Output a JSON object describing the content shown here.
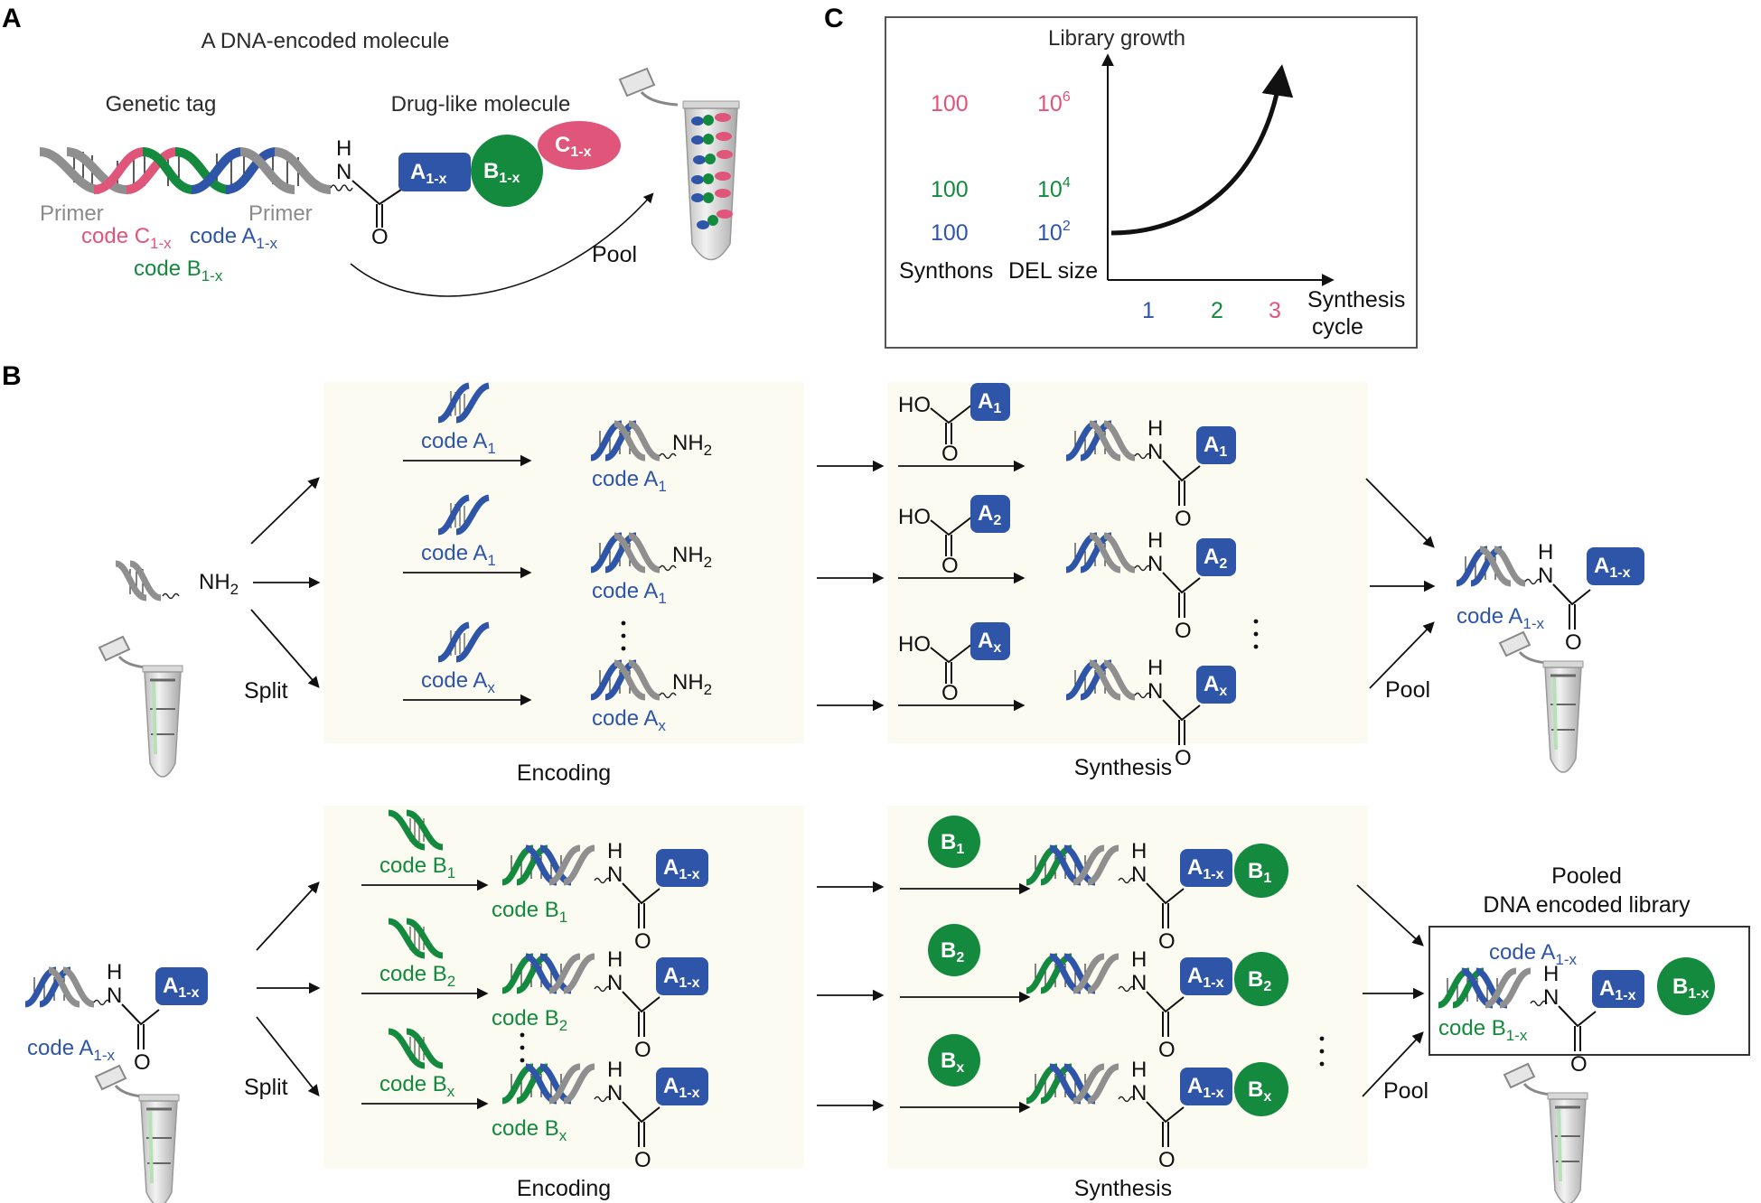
{
  "colors": {
    "blue": "#2f55a8",
    "green": "#138a3d",
    "pink": "#e0557a",
    "grey": "#8f8f8f",
    "panel_bg": "#fbfbf2",
    "text": "#1a1a1a"
  },
  "panel_a": {
    "letter": "A",
    "title": "A DNA-encoded molecule",
    "genetic_tag_label": "Genetic tag",
    "drug_like_label": "Drug-like molecule",
    "primer_left": "Primer",
    "primer_right": "Primer",
    "code_c": {
      "base": "code C",
      "sub": "1-x"
    },
    "code_a": {
      "base": "code A",
      "sub": "1-x"
    },
    "code_b": {
      "base": "code B",
      "sub": "1-x"
    },
    "linker_atoms": {
      "h": "H",
      "n": "N",
      "o": "O"
    },
    "block_a": {
      "base": "A",
      "sub": "1-x"
    },
    "block_b": {
      "base": "B",
      "sub": "1-x"
    },
    "block_c": {
      "base": "C",
      "sub": "1-x"
    },
    "pool_label": "Pool"
  },
  "panel_c": {
    "letter": "C",
    "title": "Library growth",
    "synthons_header": "Synthons",
    "del_size_header": "DEL size",
    "x_axis_label_line1": "Synthesis",
    "x_axis_label_line2": "cycle",
    "rows": [
      {
        "synthons": "100",
        "del_base": "10",
        "del_exp": "6",
        "color": "pink"
      },
      {
        "synthons": "100",
        "del_base": "10",
        "del_exp": "4",
        "color": "green"
      },
      {
        "synthons": "100",
        "del_base": "10",
        "del_exp": "2",
        "color": "blue"
      }
    ],
    "cycles": [
      "1",
      "2",
      "3"
    ]
  },
  "chart_data": {
    "type": "line",
    "title": "Library growth",
    "xlabel": "Synthesis cycle",
    "ylabel": "DEL size",
    "categories": [
      "1",
      "2",
      "3"
    ],
    "series": [
      {
        "name": "Synthons",
        "values": [
          100,
          100,
          100
        ]
      },
      {
        "name": "DEL size",
        "values": [
          100,
          10000,
          1000000
        ]
      }
    ],
    "grid": false,
    "legend": "none"
  },
  "panel_b": {
    "letter": "B",
    "cycle1": {
      "start_amine": {
        "group": "NH",
        "sub": "2"
      },
      "split_label": "Split",
      "encoding_label": "Encoding",
      "synthesis_label": "Synthesis",
      "pool_label": "Pool",
      "rows": [
        {
          "reagent_code": {
            "base": "code A",
            "sub": "1"
          },
          "product_code": {
            "base": "code A",
            "sub": "1"
          },
          "acid": {
            "ho": "HO",
            "o": "O",
            "block": "A",
            "sub": "1"
          }
        },
        {
          "reagent_code": {
            "base": "code A",
            "sub": "1"
          },
          "product_code": {
            "base": "code A",
            "sub": "1"
          },
          "acid": {
            "ho": "HO",
            "o": "O",
            "block": "A",
            "sub": "2"
          }
        },
        {
          "reagent_code": {
            "base": "code A",
            "sub": "x"
          },
          "product_code": {
            "base": "code A",
            "sub": "x"
          },
          "acid": {
            "ho": "HO",
            "o": "O",
            "block": "A",
            "sub": "x"
          }
        }
      ],
      "pooled_product": {
        "code": {
          "base": "code A",
          "sub": "1-x"
        },
        "block": "A",
        "sub": "1-x"
      }
    },
    "cycle2": {
      "start_code": {
        "base": "code A",
        "sub": "1-x"
      },
      "start_block": {
        "base": "A",
        "sub": "1-x"
      },
      "split_label": "Split",
      "encoding_label": "Encoding",
      "synthesis_label": "Synthesis",
      "pool_label": "Pool",
      "rows": [
        {
          "reagent_code": {
            "base": "code B",
            "sub": "1"
          },
          "product_code": {
            "base": "code B",
            "sub": "1"
          },
          "building_block": {
            "base": "B",
            "sub": "1"
          }
        },
        {
          "reagent_code": {
            "base": "code B",
            "sub": "2"
          },
          "product_code": {
            "base": "code B",
            "sub": "2"
          },
          "building_block": {
            "base": "B",
            "sub": "2"
          }
        },
        {
          "reagent_code": {
            "base": "code B",
            "sub": "x"
          },
          "product_code": {
            "base": "code B",
            "sub": "x"
          },
          "building_block": {
            "base": "B",
            "sub": "x"
          }
        }
      ],
      "pooled_title_line1": "Pooled",
      "pooled_title_line2": "DNA encoded library",
      "pooled_product": {
        "code_a": {
          "base": "code A",
          "sub": "1-x"
        },
        "code_b": {
          "base": "code B",
          "sub": "1-x"
        },
        "block_a": {
          "base": "A",
          "sub": "1-x"
        },
        "block_b": {
          "base": "B",
          "sub": "1-x"
        }
      }
    },
    "amide_atoms": {
      "h": "H",
      "n": "N",
      "o": "O"
    }
  }
}
